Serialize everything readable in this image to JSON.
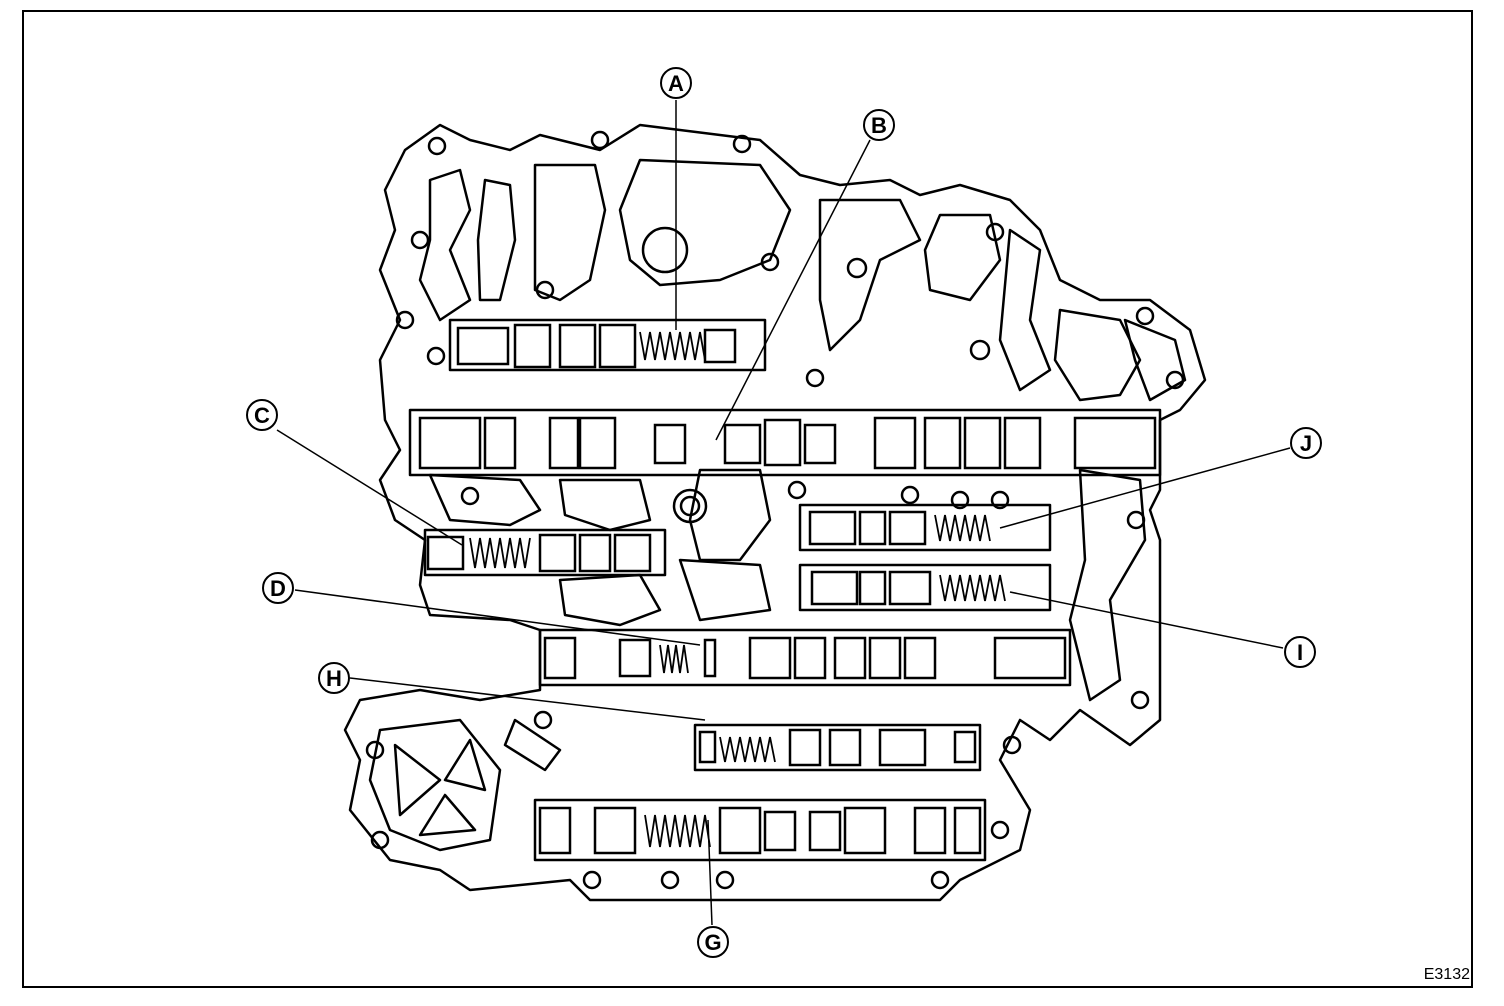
{
  "figure": {
    "code": "E3132",
    "line_color": "#000000",
    "background": "#ffffff"
  },
  "callouts": [
    {
      "id": "a",
      "label": "A"
    },
    {
      "id": "b",
      "label": "B"
    },
    {
      "id": "c",
      "label": "C"
    },
    {
      "id": "d",
      "label": "D"
    },
    {
      "id": "g",
      "label": "G"
    },
    {
      "id": "h",
      "label": "H"
    },
    {
      "id": "i",
      "label": "I"
    },
    {
      "id": "j",
      "label": "J"
    }
  ]
}
